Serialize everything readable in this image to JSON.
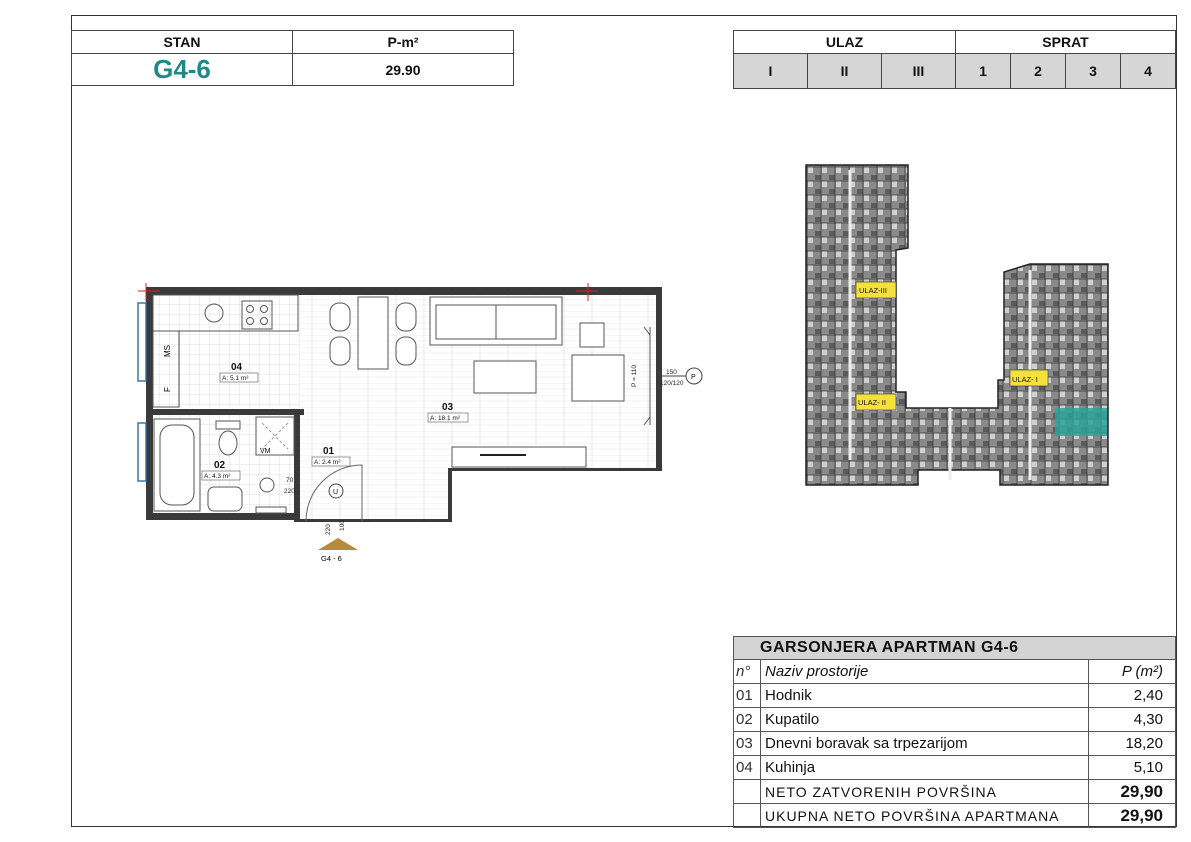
{
  "header_left": {
    "stan_label": "STAN",
    "area_label": "P-m²",
    "unit_code": "G4-6",
    "unit_area": "29.90"
  },
  "header_right": {
    "ulaz_label": "ULAZ",
    "sprat_label": "SPRAT",
    "entrances": [
      "I",
      "II",
      "III"
    ],
    "floors": [
      "1",
      "2",
      "3",
      "4"
    ]
  },
  "floor_plan": {
    "rooms": [
      {
        "code": "01",
        "area": "A: 2.4 m²"
      },
      {
        "code": "02",
        "area": "A: 4.3 m²"
      },
      {
        "code": "03",
        "area": "A: 18.1 m²"
      },
      {
        "code": "04",
        "area": "A: 5.1 m²"
      }
    ],
    "labels": {
      "ms": "MS",
      "f": "F",
      "vm": "VM",
      "u": "U",
      "p": "P",
      "window": "P = 110",
      "entry": "G4 - 6"
    },
    "dims": [
      "150",
      "120/120",
      "70",
      "220",
      "220",
      "100"
    ]
  },
  "site_plan": {
    "entrance_labels": [
      "ULAZ-III",
      "ULAZ- I",
      "ULAZ- II"
    ]
  },
  "room_table": {
    "title": "GARSONJERA  APARTMAN G4-6",
    "col_num": "n°",
    "col_name": "Naziv prostorije",
    "col_area": "P (m²)",
    "rows": [
      {
        "n": "01",
        "name": "Hodnik",
        "area": "2,40"
      },
      {
        "n": "02",
        "name": "Kupatilo",
        "area": "4,30"
      },
      {
        "n": "03",
        "name": "Dnevni boravak sa trpezarijom",
        "area": "18,20"
      },
      {
        "n": "04",
        "name": "Kuhinja",
        "area": "5,10"
      }
    ],
    "neto_label": "NETO ZATVORENIH POVRŠINA",
    "neto_value": "29,90",
    "total_label": "UKUPNA NETO POVRŠINA  APARTMANA",
    "total_value": "29,90"
  },
  "colors": {
    "accent": "#1f8a84",
    "highlight": "#f6e03a",
    "header_gray": "#d6d6d6"
  }
}
